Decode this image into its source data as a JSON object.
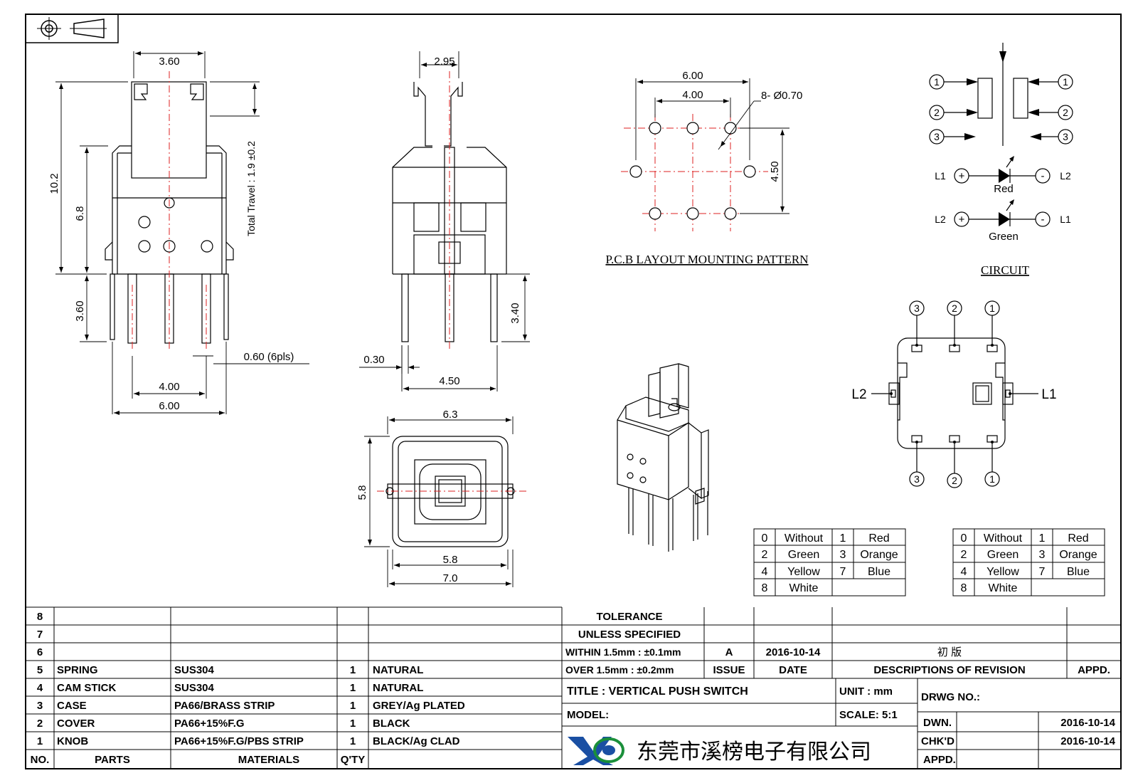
{
  "views": {
    "front": {
      "dim_width_top": "3.60",
      "dim_height_total": "10.2",
      "dim_height_body": "6.8",
      "dim_pin_length": "3.60",
      "dim_travel": "Total Travel : 1.9 ±0.2",
      "dim_pin_width": "0.60 (6pls)",
      "dim_pitch_inner": "4.00",
      "dim_pitch_outer": "6.00"
    },
    "side": {
      "dim_width_top": "2.95",
      "dim_pin_length": "3.40",
      "dim_pin_thickness": "0.30",
      "dim_pitch": "4.50"
    },
    "top": {
      "dim_width_top": "6.3",
      "dim_height": "5.8",
      "dim_width_inner": "5.8",
      "dim_width_outer": "7.0"
    },
    "pcb": {
      "title": "P.C.B LAYOUT MOUNTING PATTERN",
      "dim_outer": "6.00",
      "dim_inner": "4.00",
      "dim_hole": "8- Ø0.70",
      "dim_vertical": "4.50"
    },
    "circuit": {
      "title": "CIRCUIT",
      "pins": [
        "1",
        "2",
        "3"
      ],
      "led_red_label": "Red",
      "led_green_label": "Green",
      "l1": "L1",
      "l2": "L2",
      "plus": "+",
      "minus": "-"
    },
    "bottom": {
      "l1": "L1",
      "l2": "L2",
      "pins_top": [
        "3",
        "2",
        "1"
      ],
      "pins_bottom": [
        "3",
        "2",
        "1"
      ]
    }
  },
  "color_tables": [
    {
      "rows": [
        [
          "0",
          "Without",
          "1",
          "Red"
        ],
        [
          "2",
          "Green",
          "3",
          "Orange"
        ],
        [
          "4",
          "Yellow",
          "7",
          "Blue"
        ],
        [
          "8",
          "White",
          "",
          ""
        ]
      ]
    },
    {
      "rows": [
        [
          "0",
          "Without",
          "1",
          "Red"
        ],
        [
          "2",
          "Green",
          "3",
          "Orange"
        ],
        [
          "4",
          "Yellow",
          "7",
          "Blue"
        ],
        [
          "8",
          "White",
          "",
          ""
        ]
      ]
    }
  ],
  "parts_table": {
    "header": {
      "no": "NO.",
      "parts": "PARTS",
      "materials": "MATERIALS",
      "qty": "Q'TY"
    },
    "rows": [
      {
        "no": "8",
        "part": "",
        "material": "",
        "qty": "",
        "finish": ""
      },
      {
        "no": "7",
        "part": "",
        "material": "",
        "qty": "",
        "finish": ""
      },
      {
        "no": "6",
        "part": "",
        "material": "",
        "qty": "",
        "finish": ""
      },
      {
        "no": "5",
        "part": "SPRING",
        "material": "SUS304",
        "qty": "1",
        "finish": "NATURAL"
      },
      {
        "no": "4",
        "part": "CAM STICK",
        "material": "SUS304",
        "qty": "1",
        "finish": "NATURAL"
      },
      {
        "no": "3",
        "part": "CASE",
        "material": "PA66/BRASS STRIP",
        "qty": "1",
        "finish": "GREY/Ag PLATED"
      },
      {
        "no": "2",
        "part": "COVER",
        "material": "PA66+15%F.G",
        "qty": "1",
        "finish": "BLACK"
      },
      {
        "no": "1",
        "part": "KNOB",
        "material": "PA66+15%F.G/PBS STRIP",
        "qty": "1",
        "finish": "BLACK/Ag CLAD"
      }
    ]
  },
  "title_block": {
    "tolerance_1": "TOLERANCE",
    "tolerance_2": "UNLESS  SPECIFIED",
    "within": "WITHIN 1.5mm : ±0.1mm",
    "over": "OVER 1.5mm : ±0.2mm",
    "issue_value": "A",
    "date_value": "2016-10-14",
    "revision_value": "初  版",
    "issue_label": "ISSUE",
    "date_label": "DATE",
    "descriptions_label": "DESCRIPTIONS OF REVISION",
    "appd_label": "APPD.",
    "title_label": "TITLE :  VERTICAL PUSH SWITCH",
    "unit_label": "UNIT :  mm",
    "drwg_label": "DRWG NO.:",
    "model_label": "MODEL:",
    "scale_label": "SCALE:  5:1",
    "dwn_label": "DWN.",
    "dwn_date": "2016-10-14",
    "chkd_label": "CHK'D",
    "chkd_date": "2016-10-14",
    "appd2_label": "APPD.",
    "company": "东莞市溪榜电子有限公司"
  }
}
